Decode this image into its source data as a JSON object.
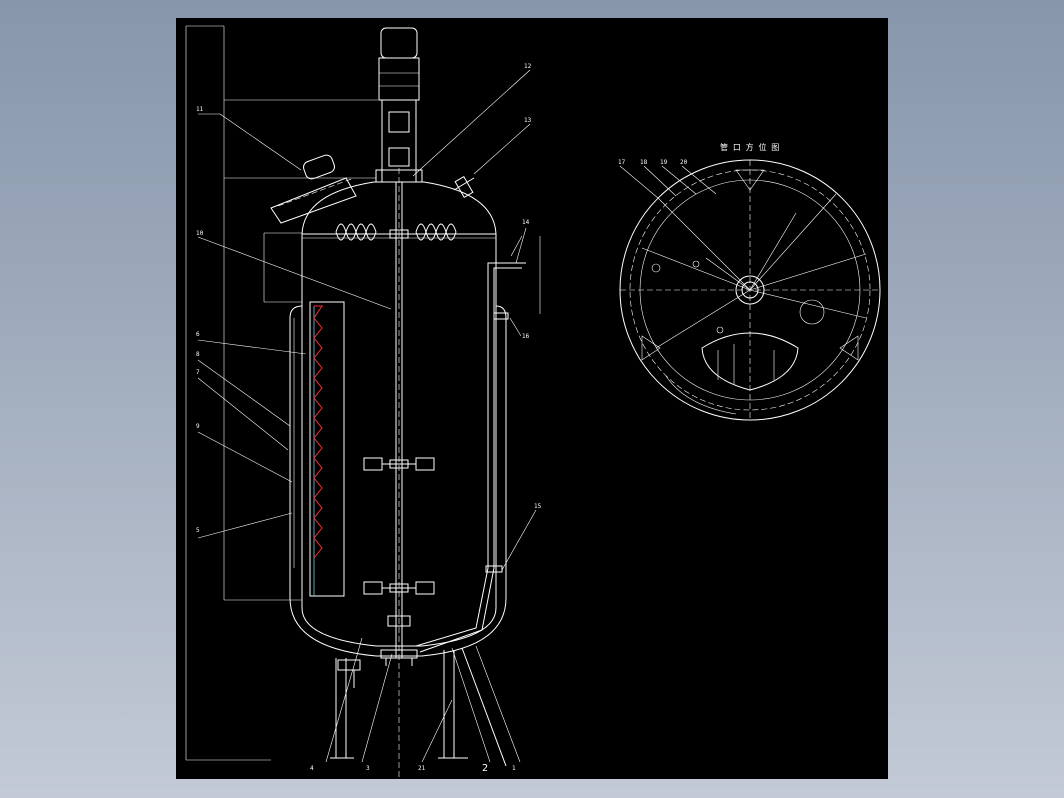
{
  "labels": {
    "title_right": "管 口 方 位 图",
    "c11": "11",
    "c12": "12",
    "c13": "13",
    "c14": "14",
    "c15": "15",
    "c10": "10",
    "c6": "6",
    "c8": "8",
    "c7": "7",
    "c9": "9",
    "c5": "5",
    "c16": "16",
    "c4": "4",
    "c3": "3",
    "c21": "21",
    "c2": "2",
    "c1": "1",
    "c17": "17",
    "c18": "18",
    "c19": "19",
    "c20": "20"
  },
  "colors": {
    "background": "#000000",
    "line": "#ffffff",
    "heating_coil": "#ff2a2a",
    "accent": "#5fd0e0"
  }
}
